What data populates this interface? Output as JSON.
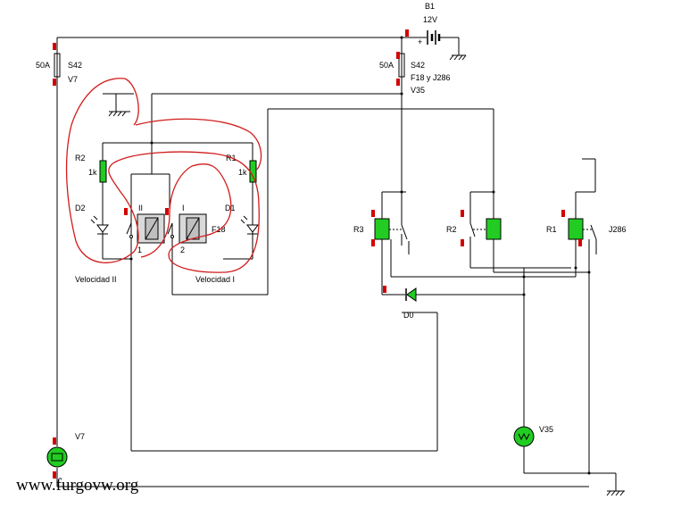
{
  "labels": {
    "battery_name": "B1",
    "battery_voltage": "12V",
    "battery_plus": "+",
    "fuse_left_rating": "50A",
    "fuse_left_name": "S42",
    "fuse_left_v": "V7",
    "fuse_right_rating": "50A",
    "fuse_right_name": "S42",
    "fuse_right_desc": "F18 y J286",
    "fuse_right_v": "V35",
    "res2_name": "R2",
    "res2_value": "1k",
    "res1_name": "R1",
    "res1_value": "1k",
    "led2_name": "D2",
    "led1_name": "D1",
    "sw2_roman": "II",
    "sw1_roman": "I",
    "sw_name": "F18",
    "sw2_num": "1",
    "sw1_num": "2",
    "vel2": "Velocidad II",
    "vel1": "Velocidad I",
    "relay3": "R3",
    "relay2": "R2",
    "relay1": "R1",
    "relay1_desc": "J286",
    "diode": "D0",
    "motor_v7": "V7",
    "motor_v35": "V35",
    "watermark": "www.furgovw.org"
  },
  "colors": {
    "wire": "#000000",
    "relay_coil": "#22cc22",
    "marker": "#d40000",
    "annotation": "#d21b1b"
  }
}
